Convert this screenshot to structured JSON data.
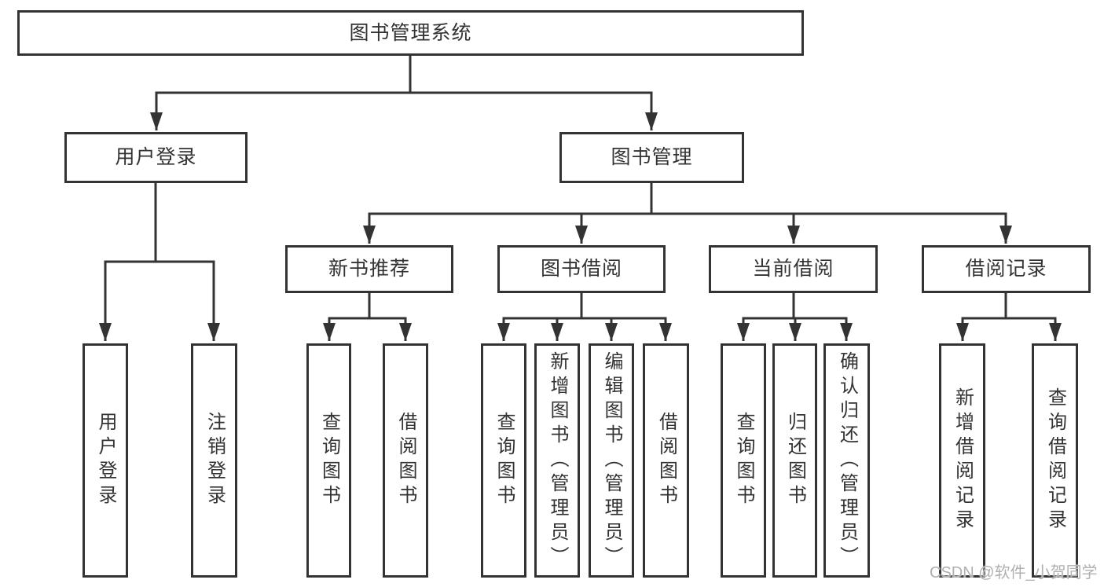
{
  "diagram": {
    "root": {
      "label": "图书管理系统"
    },
    "level2": [
      {
        "label": "用户登录"
      },
      {
        "label": "图书管理"
      }
    ],
    "level3": [
      {
        "label": "新书推荐"
      },
      {
        "label": "图书借阅"
      },
      {
        "label": "当前借阅"
      },
      {
        "label": "借阅记录"
      }
    ],
    "leaves": [
      {
        "label": "用户登录"
      },
      {
        "label": "注销登录"
      },
      {
        "label": "查询图书"
      },
      {
        "label": "借阅图书"
      },
      {
        "label": "查询图书"
      },
      {
        "label": "新增图书（管理员）"
      },
      {
        "label": "编辑图书（管理员）"
      },
      {
        "label": "借阅图书"
      },
      {
        "label": "查询图书"
      },
      {
        "label": "归还图书"
      },
      {
        "label": "确认归还（管理员）"
      },
      {
        "label": "新增借阅记录"
      },
      {
        "label": "查询借阅记录"
      }
    ],
    "watermark": "CSDN @软件_小贺同学",
    "colors": {
      "line": "#333333",
      "border": "#333333",
      "text": "#333333",
      "watermark": "#b0b0b0",
      "background": "#ffffff"
    }
  }
}
